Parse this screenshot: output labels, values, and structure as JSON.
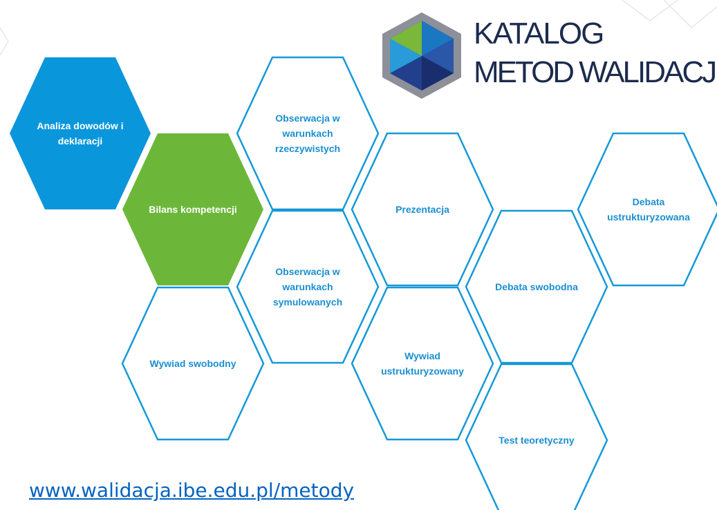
{
  "colors": {
    "blue": "#0a96db",
    "green": "#6cb73a",
    "outline": "#1598d8",
    "text_blue": "#1a8fd0",
    "white": "#ffffff",
    "logo_text": "#1c2b4e",
    "link": "#0563c1"
  },
  "logo": {
    "line1": "KATALOG",
    "line2": "METOD WALIDACJI"
  },
  "hexagons": [
    {
      "id": "analiza",
      "lines": [
        "Analiza dowodów i",
        "deklaracji"
      ],
      "style": "filled-blue"
    },
    {
      "id": "bilans",
      "lines": [
        "Bilans kompetencji"
      ],
      "style": "filled-green"
    },
    {
      "id": "obs-rzecz",
      "lines": [
        "Obserwacja w",
        "warunkach",
        "rzeczywistych"
      ],
      "style": "outline"
    },
    {
      "id": "obs-sym",
      "lines": [
        "Obserwacja w",
        "warunkach",
        "symulowanych"
      ],
      "style": "outline"
    },
    {
      "id": "wywiad-swob",
      "lines": [
        "Wywiad swobodny"
      ],
      "style": "outline"
    },
    {
      "id": "prezentacja",
      "lines": [
        "Prezentacja"
      ],
      "style": "outline"
    },
    {
      "id": "wywiad-ustr",
      "lines": [
        "Wywiad",
        "ustrukturyzowany"
      ],
      "style": "outline"
    },
    {
      "id": "debata-swob",
      "lines": [
        "Debata swobodna"
      ],
      "style": "outline"
    },
    {
      "id": "test",
      "lines": [
        "Test teoretyczny"
      ],
      "style": "outline"
    },
    {
      "id": "debata-ustr",
      "lines": [
        "Debata",
        "ustrukturyzowana"
      ],
      "style": "outline"
    }
  ],
  "link": {
    "text": "www.walidacja.ibe.edu.pl/metody"
  }
}
